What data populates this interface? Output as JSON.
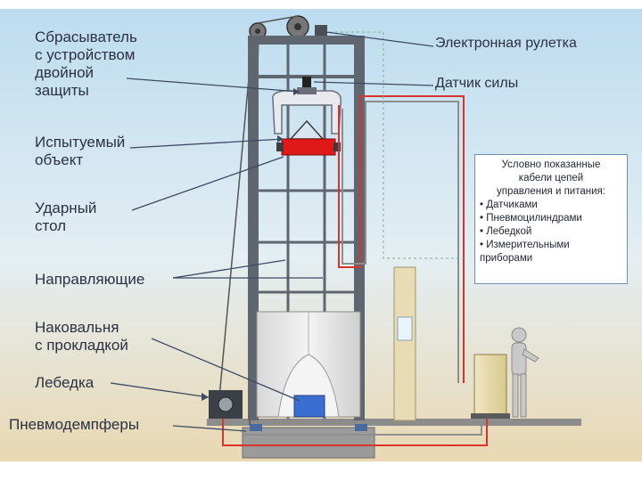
{
  "labels": {
    "dropper": "Сбрасыватель\nс устройством\nдвойной\nзащиты",
    "test_object": "Испытуемый\nобъект",
    "impact_table": "Ударный\nстол",
    "guides": "Направляющие",
    "anvil": "Наковальня\nс прокладкой",
    "winch": "Лебедка",
    "pneumo_dampers": "Пневмодемпферы",
    "electronic_tape": "Электронная рулетка",
    "force_sensor": "Датчик силы"
  },
  "legend": {
    "title": "Условно показанные\nкабели цепей\nуправления и питания:",
    "items": [
      "• Датчиками",
      "• Пневмоцилиндрами",
      "• Лебедкой",
      "• Измерительными\nприборами"
    ]
  },
  "colors": {
    "frame": "#5f6670",
    "cable_red": "#d9342b",
    "table_red": "#e01818",
    "floor": "#8c8c8c",
    "sky": "#c9e3f3",
    "ground": "#e7d7b3"
  }
}
